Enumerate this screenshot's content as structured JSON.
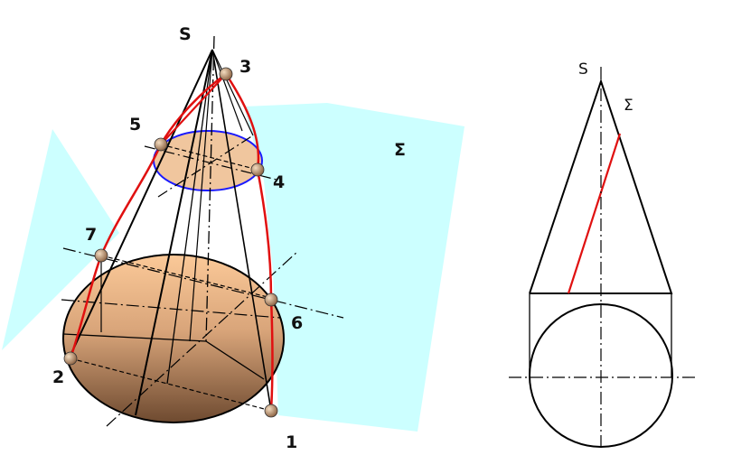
{
  "figure": {
    "apex_label": "S",
    "plane_label": "Σ",
    "point_labels": [
      "1",
      "2",
      "3",
      "4",
      "5",
      "6",
      "7"
    ]
  },
  "projection": {
    "apex_label": "S",
    "plane_label": "Σ"
  },
  "colors": {
    "plane_fill": "#ccffff",
    "section_curve": "#e01010",
    "upper_ellipse_stroke": "#1a1aff",
    "outline": "#000000",
    "point_fill": "#c89a70"
  }
}
